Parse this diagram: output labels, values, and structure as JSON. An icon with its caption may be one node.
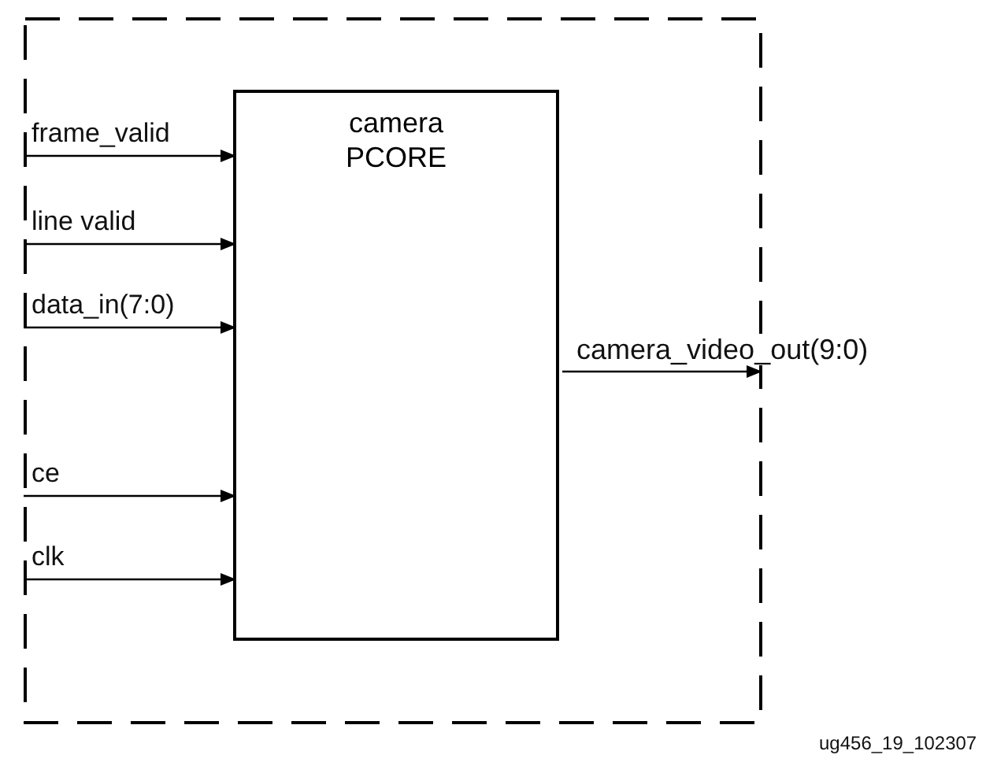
{
  "diagram": {
    "nodes": [
      {
        "text": [],
        "shape": "box"
      },
      {
        "text": [
          "camera PCORE"
        ],
        "in": 0
      }
    ],
    "edges": [
      {
        "from": null,
        "to": 1,
        "arrow": "to",
        "label": "frame_valid"
      },
      {
        "from": null,
        "to": 1,
        "arrow": "to",
        "label": "line valid"
      },
      {
        "from": null,
        "to": 1,
        "arrow": "to",
        "label": "data_in(7:0)"
      },
      {
        "from": null,
        "to": 1,
        "arrow": "to",
        "label": "ce"
      },
      {
        "from": null,
        "to": 1,
        "arrow": "to",
        "label": "clk"
      },
      {
        "from": 1,
        "to": null,
        "arrow": "to",
        "label": "camera_video_out(9:0)"
      }
    ],
    "labels": [
      "ug456_19_102307"
    ]
  }
}
